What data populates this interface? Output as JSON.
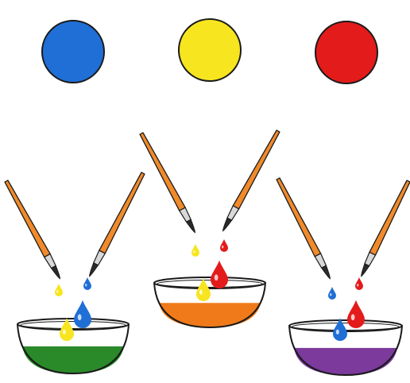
{
  "colors": {
    "background": "#ffffff",
    "blue": "#1f6fd6",
    "yellow": "#f7e51f",
    "red": "#e31b1b",
    "green": "#2a8a2a",
    "orange": "#f07a1a",
    "purple": "#7b3a9c",
    "brush_handle": "#f08a2a",
    "brush_ferrule": "#8a8a8a",
    "outline": "#1a1a1a"
  },
  "panels": [
    {
      "name": "blue-plus-yellow",
      "top_circle": "blue",
      "left_drop": "yellow",
      "right_drop": "blue",
      "result": "green"
    },
    {
      "name": "yellow-plus-red",
      "top_circle": "yellow",
      "left_drop": "yellow",
      "right_drop": "red",
      "result": "orange"
    },
    {
      "name": "red-plus-blue",
      "top_circle": "red",
      "left_drop": "blue",
      "right_drop": "red",
      "result": "purple"
    }
  ],
  "icons": [
    "color-circle-icon",
    "paint-brush-icon",
    "paint-drop-icon",
    "mixing-bowl-icon"
  ]
}
